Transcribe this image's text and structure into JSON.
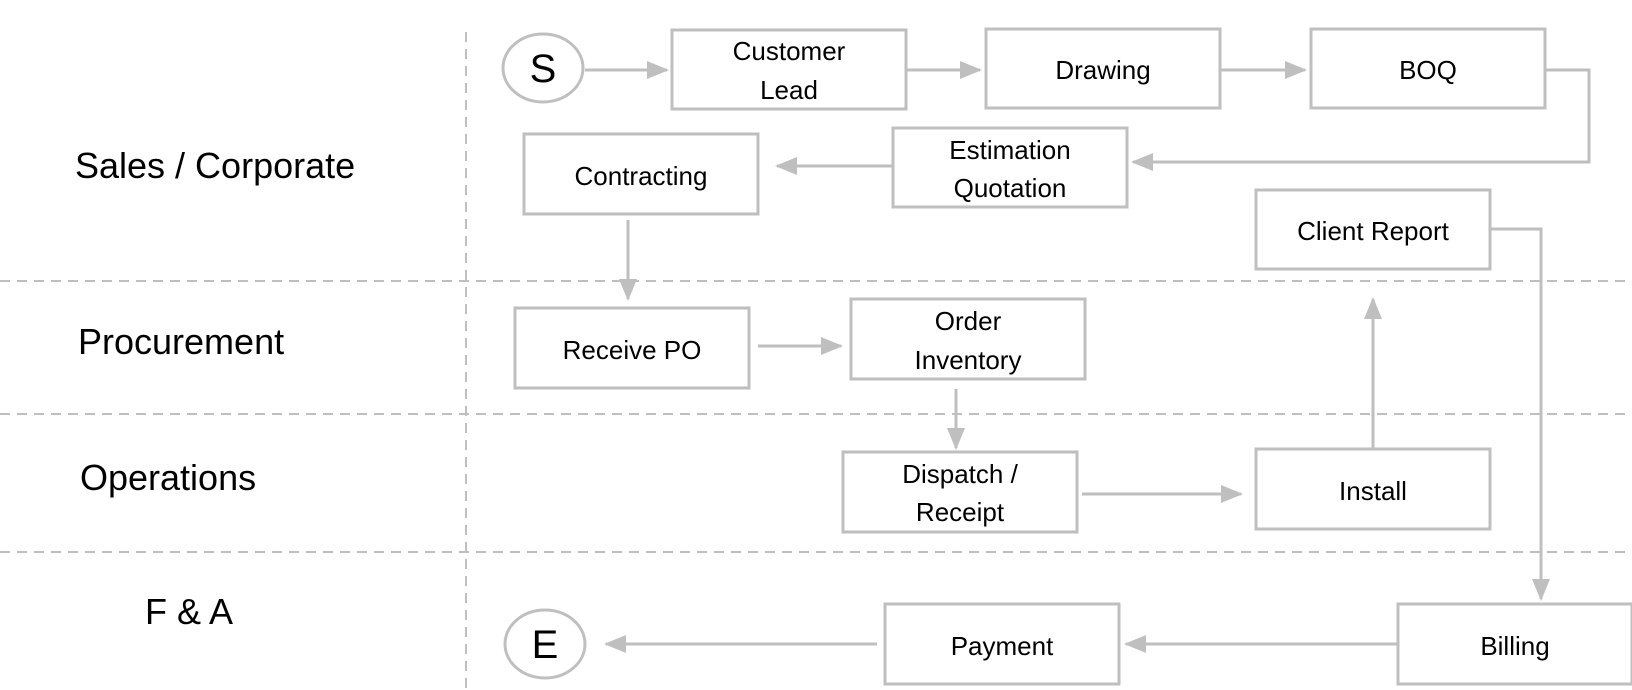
{
  "colors": {
    "stroke": "#bfbfbf",
    "text": "#000000",
    "background": "#ffffff"
  },
  "lanes": [
    {
      "id": "sales",
      "label": "Sales / Corporate"
    },
    {
      "id": "procurement",
      "label": "Procurement"
    },
    {
      "id": "operations",
      "label": "Operations"
    },
    {
      "id": "fa",
      "label": "F & A"
    }
  ],
  "nodes": {
    "start": {
      "lines": [
        "S"
      ]
    },
    "customer_lead": {
      "lines": [
        "Customer",
        "Lead"
      ]
    },
    "drawing": {
      "lines": [
        "Drawing"
      ]
    },
    "boq": {
      "lines": [
        "BOQ"
      ]
    },
    "estimation_quotation": {
      "lines": [
        "Estimation",
        "Quotation"
      ]
    },
    "contracting": {
      "lines": [
        "Contracting"
      ]
    },
    "client_report": {
      "lines": [
        "Client Report"
      ]
    },
    "receive_po": {
      "lines": [
        "Receive PO"
      ]
    },
    "order_inventory": {
      "lines": [
        "Order",
        "Inventory"
      ]
    },
    "dispatch_receipt": {
      "lines": [
        "Dispatch /",
        "Receipt"
      ]
    },
    "install": {
      "lines": [
        "Install"
      ]
    },
    "billing": {
      "lines": [
        "Billing"
      ]
    },
    "payment": {
      "lines": [
        "Payment"
      ]
    },
    "end": {
      "lines": [
        "E"
      ]
    }
  },
  "edges": [
    {
      "from": "start",
      "to": "customer_lead"
    },
    {
      "from": "customer_lead",
      "to": "drawing"
    },
    {
      "from": "drawing",
      "to": "boq"
    },
    {
      "from": "boq",
      "to": "estimation_quotation"
    },
    {
      "from": "estimation_quotation",
      "to": "contracting"
    },
    {
      "from": "contracting",
      "to": "receive_po"
    },
    {
      "from": "receive_po",
      "to": "order_inventory"
    },
    {
      "from": "order_inventory",
      "to": "dispatch_receipt"
    },
    {
      "from": "dispatch_receipt",
      "to": "install"
    },
    {
      "from": "install",
      "to": "client_report"
    },
    {
      "from": "client_report",
      "to": "billing"
    },
    {
      "from": "billing",
      "to": "payment"
    },
    {
      "from": "payment",
      "to": "end"
    }
  ]
}
